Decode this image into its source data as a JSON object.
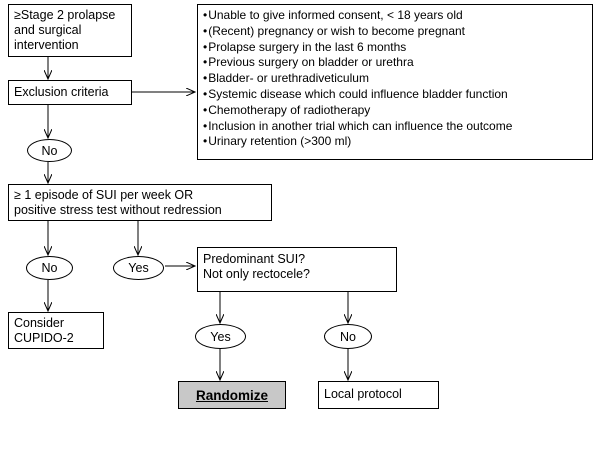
{
  "boxes": {
    "stage2": [
      "≥Stage 2 prolapse",
      "and surgical",
      "intervention"
    ],
    "exclusion": "Exclusion criteria",
    "sui": [
      "≥ 1 episode of SUI per week OR",
      "positive stress test without redression"
    ],
    "predominant": [
      "Predominant SUI?",
      "Not only rectocele?"
    ],
    "cupido": [
      "Consider",
      "CUPIDO-2"
    ],
    "randomize": "Randomize",
    "local": "Local protocol"
  },
  "criteria": [
    "Unable to give informed consent, < 18 years old",
    "(Recent) pregnancy or wish to become pregnant",
    "Prolapse surgery in the last 6 months",
    "Previous surgery on bladder or urethra",
    "Bladder- or urethradiveticulum",
    "Systemic disease which could influence bladder function",
    "Chemotherapy of radiotherapy",
    "Inclusion in another trial which can influence the outcome",
    "Urinary retention (>300 ml)"
  ],
  "ovals": {
    "no1": "No",
    "no2": "No",
    "yes1": "Yes",
    "yes2": "Yes",
    "no3": "No"
  }
}
